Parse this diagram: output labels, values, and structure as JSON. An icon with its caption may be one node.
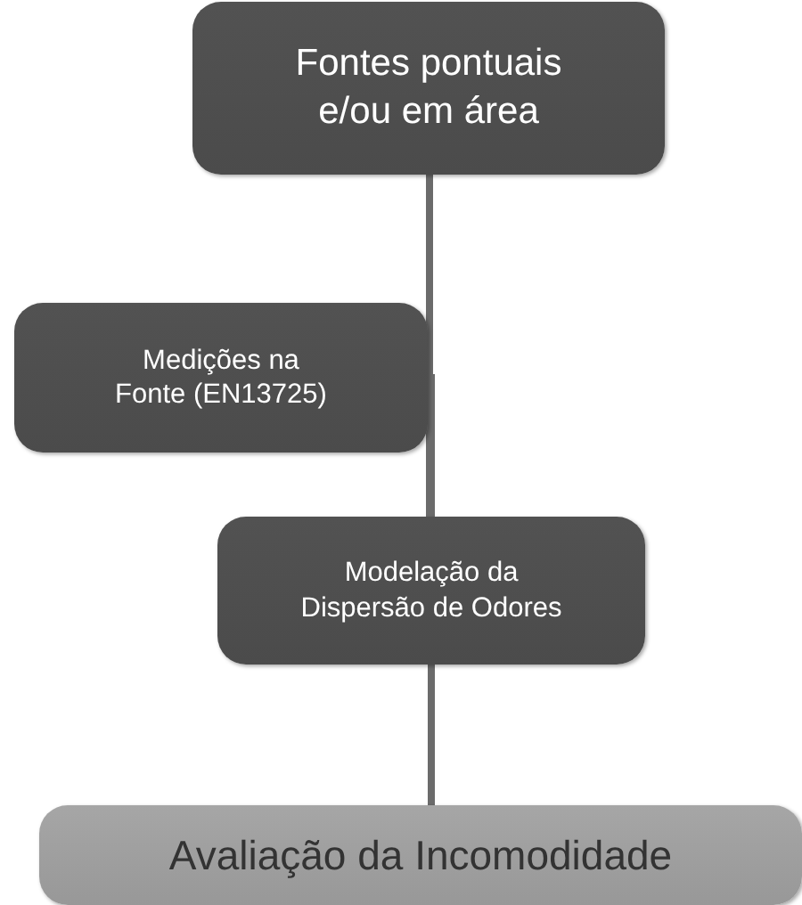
{
  "diagram": {
    "nodes": [
      {
        "text": [
          "Fontes pontuais e/ou em área"
        ]
      },
      {
        "text": [
          "Medições na Fonte (EN13725)"
        ]
      },
      {
        "text": [
          "Modelação da Dispersão de Odores"
        ]
      },
      {
        "text": [
          "Avaliação da Incomodidade"
        ]
      }
    ],
    "edges": [
      {
        "from": 0,
        "to": 2,
        "arrow": "none"
      },
      {
        "from": 1,
        "to": 2,
        "arrow": "none"
      },
      {
        "from": 2,
        "to": 3,
        "arrow": "none"
      }
    ]
  }
}
